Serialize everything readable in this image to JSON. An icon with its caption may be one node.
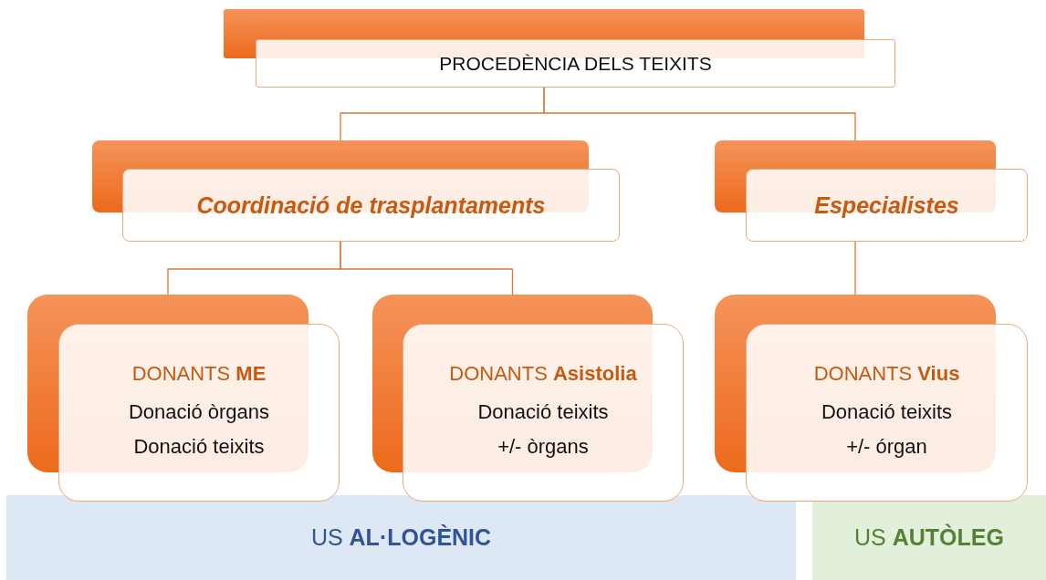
{
  "diagram": {
    "nodes": [
      {
        "text": [
          "PROCEDÈNCIA DELS TEIXITS"
        ]
      },
      {
        "text": [
          "Coordinació de trasplantaments"
        ]
      },
      {
        "text": [
          "Especialistes"
        ]
      },
      {
        "text": [
          "DONANTS **ME**",
          "Donació òrgans",
          "Donació teixits"
        ]
      },
      {
        "text": [
          "DONANTS **Asistolia**",
          "Donació teixits",
          "+/- òrgans"
        ]
      },
      {
        "text": [
          "DONANTS **Vius**",
          "Donació teixits",
          "+/- órgan"
        ]
      },
      {
        "text": [
          "US **AL·LOGÈNIC**"
        ]
      },
      {
        "text": [
          "US **AUTÒLEG**"
        ]
      }
    ],
    "edges": [
      {
        "from": 0,
        "to": 1,
        "arrow": "none"
      },
      {
        "from": 0,
        "to": 2,
        "arrow": "none"
      },
      {
        "from": 1,
        "to": 3,
        "arrow": "none"
      },
      {
        "from": 1,
        "to": 4,
        "arrow": "none"
      },
      {
        "from": 2,
        "to": 5,
        "arrow": "none"
      }
    ]
  }
}
